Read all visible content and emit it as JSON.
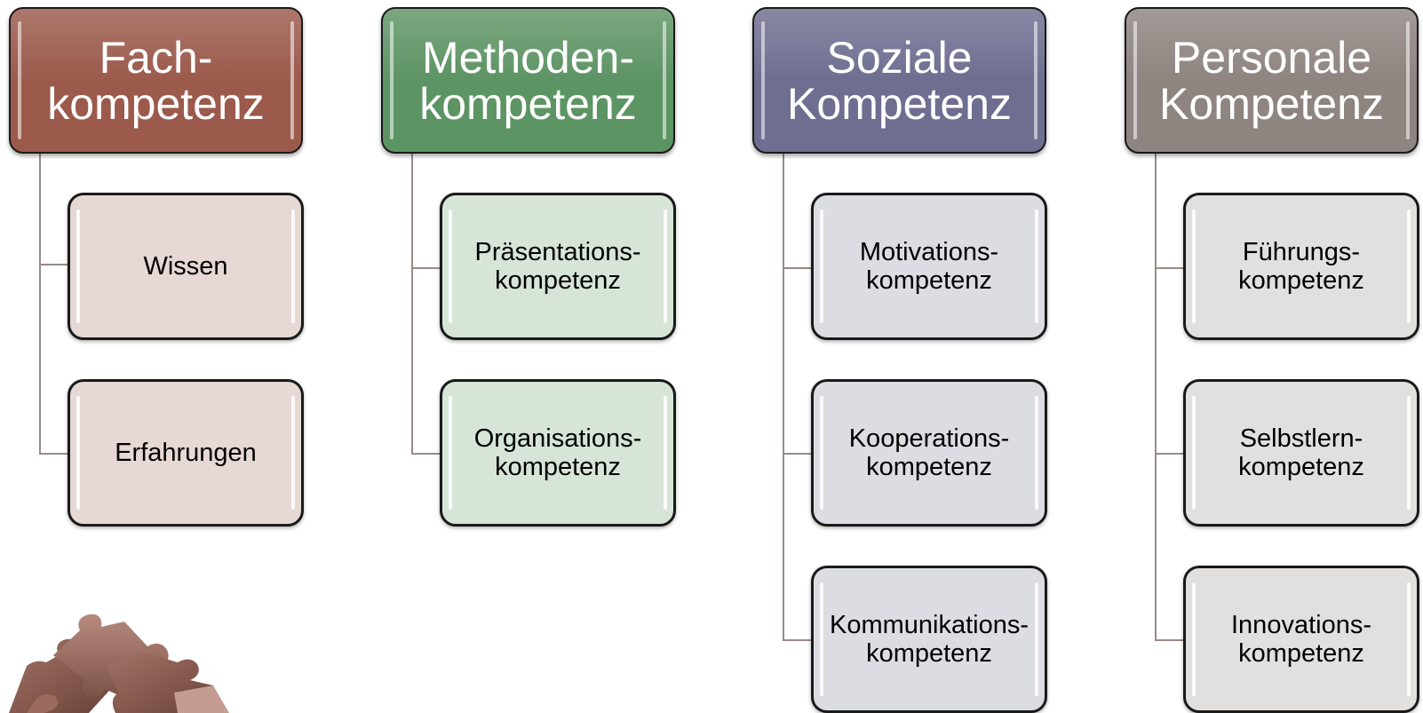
{
  "columns": [
    {
      "title": [
        "Fach-",
        "kompetenz"
      ],
      "header_color": "#9b5a4c",
      "child_color": "#e6d8d5",
      "children": [
        [
          "Wissen"
        ],
        [
          "Erfahrungen"
        ]
      ]
    },
    {
      "title": [
        "Methoden-",
        "kompetenz"
      ],
      "header_color": "#5d9464",
      "child_color": "#d6e5d8",
      "children": [
        [
          "Präsentations-",
          "kompetenz"
        ],
        [
          "Organisations-",
          "kompetenz"
        ]
      ]
    },
    {
      "title": [
        "Soziale",
        "Kompetenz"
      ],
      "header_color": "#6e6e91",
      "child_color": "#dcdce3",
      "children": [
        [
          "Motivations-",
          "kompetenz"
        ],
        [
          "Kooperations-",
          "kompetenz"
        ],
        [
          "Kommunikations-",
          "kompetenz"
        ]
      ]
    },
    {
      "title": [
        "Personale",
        "Kompetenz"
      ],
      "header_color": "#8e8480",
      "child_color": "#e2e0df",
      "children": [
        [
          "Führungs-",
          "kompetenz"
        ],
        [
          "Selbstlern-",
          "kompetenz"
        ],
        [
          "Innovations-",
          "kompetenz"
        ]
      ]
    }
  ],
  "decoration": {
    "icon": "puzzle-pieces-icon",
    "color": "#8a5e52"
  }
}
